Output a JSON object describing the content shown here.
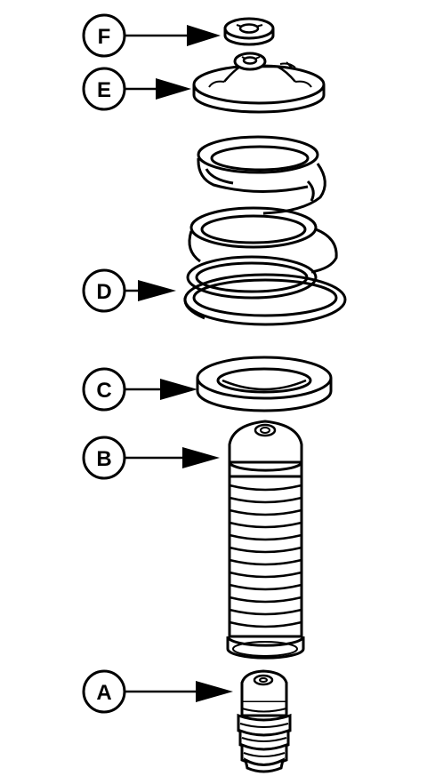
{
  "colors": {
    "ink": "#000000",
    "paper": "#ffffff"
  },
  "callouts": [
    {
      "id": "F",
      "label": "F"
    },
    {
      "id": "E",
      "label": "E"
    },
    {
      "id": "D",
      "label": "D"
    },
    {
      "id": "C",
      "label": "C"
    },
    {
      "id": "B",
      "label": "B"
    },
    {
      "id": "A",
      "label": "A"
    }
  ]
}
